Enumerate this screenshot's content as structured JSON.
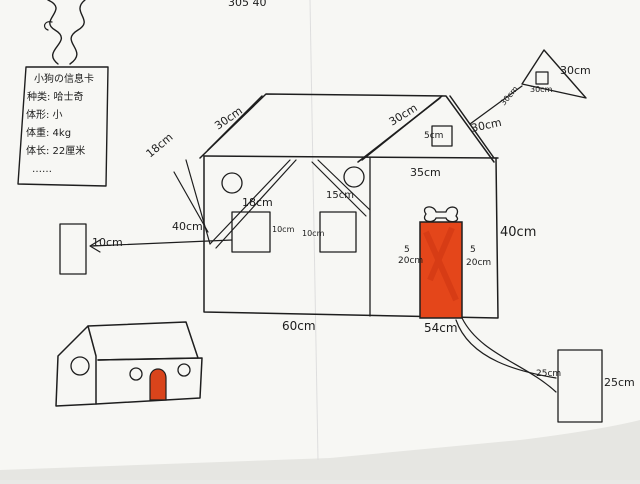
{
  "info_card": {
    "lines": [
      "小狗の信息卡",
      "种类: 哈士奇",
      "体形: 小",
      "体重: 4kg",
      "体长: 22厘米",
      "……"
    ]
  },
  "top_edge_text": "305 40",
  "labels": {
    "roof_left": "30cm",
    "roof_right_top": "30cm",
    "roof_right": "30cm",
    "left_arm": "18cm",
    "left_arm_bottom": "40cm",
    "window_left": "18cm",
    "window_mid_top": "15cm",
    "window_mid": "10cm",
    "window_left_height": "10cm",
    "door_top": "35cm",
    "door_h_left": "5",
    "door_h_left_2": "20cm",
    "door_h_right": "5",
    "door_h_right_2": "20cm",
    "house_height": "40cm",
    "base_width": "60cm",
    "gate_width": "54cm",
    "sign_left": "10cm",
    "roof_window": "5cm",
    "flag_left": "30cm",
    "flag_inner": "30cm",
    "flag_right": "30cm",
    "box_right_left": "25cm",
    "box_right_right": "25cm"
  },
  "colors": {
    "door_fill": "#e4461a",
    "door_dark": "#c93210",
    "small_door": "#d9441b",
    "paper": "#ffffff"
  }
}
